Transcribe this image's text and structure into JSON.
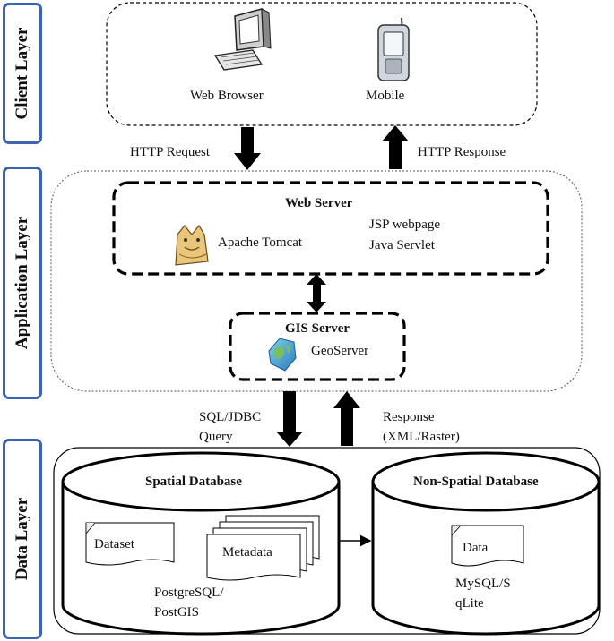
{
  "layers": {
    "client": "Client Layer",
    "application": "Application Layer",
    "data": "Data  Layer"
  },
  "client": {
    "web_browser": "Web Browser",
    "mobile": "Mobile"
  },
  "arrows": {
    "http_request": "HTTP Request",
    "http_response": "HTTP Response",
    "sql_line1": "SQL/JDBC",
    "sql_line2": "Query",
    "resp_line1": "Response",
    "resp_line2": "(XML/Raster)"
  },
  "web_server": {
    "title": "Web Server",
    "tomcat": "Apache Tomcat",
    "jsp": "JSP webpage",
    "servlet": "Java Servlet"
  },
  "gis_server": {
    "title": "GIS Server",
    "geoserver": "GeoServer"
  },
  "spatial_db": {
    "title": "Spatial Database",
    "dataset": "Dataset",
    "metadata": "Metadata",
    "engine_line1": "PostgreSQL/",
    "engine_line2": "PostGIS"
  },
  "nonspatial_db": {
    "title": "Non-Spatial Database",
    "data": "Data",
    "engine_line1": "MySQL/S",
    "engine_line2": "qLite"
  },
  "icons": [
    "computer-icon",
    "mobile-phone-icon",
    "tomcat-icon",
    "geoserver-globe-icon",
    "database-cylinder-icon",
    "document-icon"
  ]
}
